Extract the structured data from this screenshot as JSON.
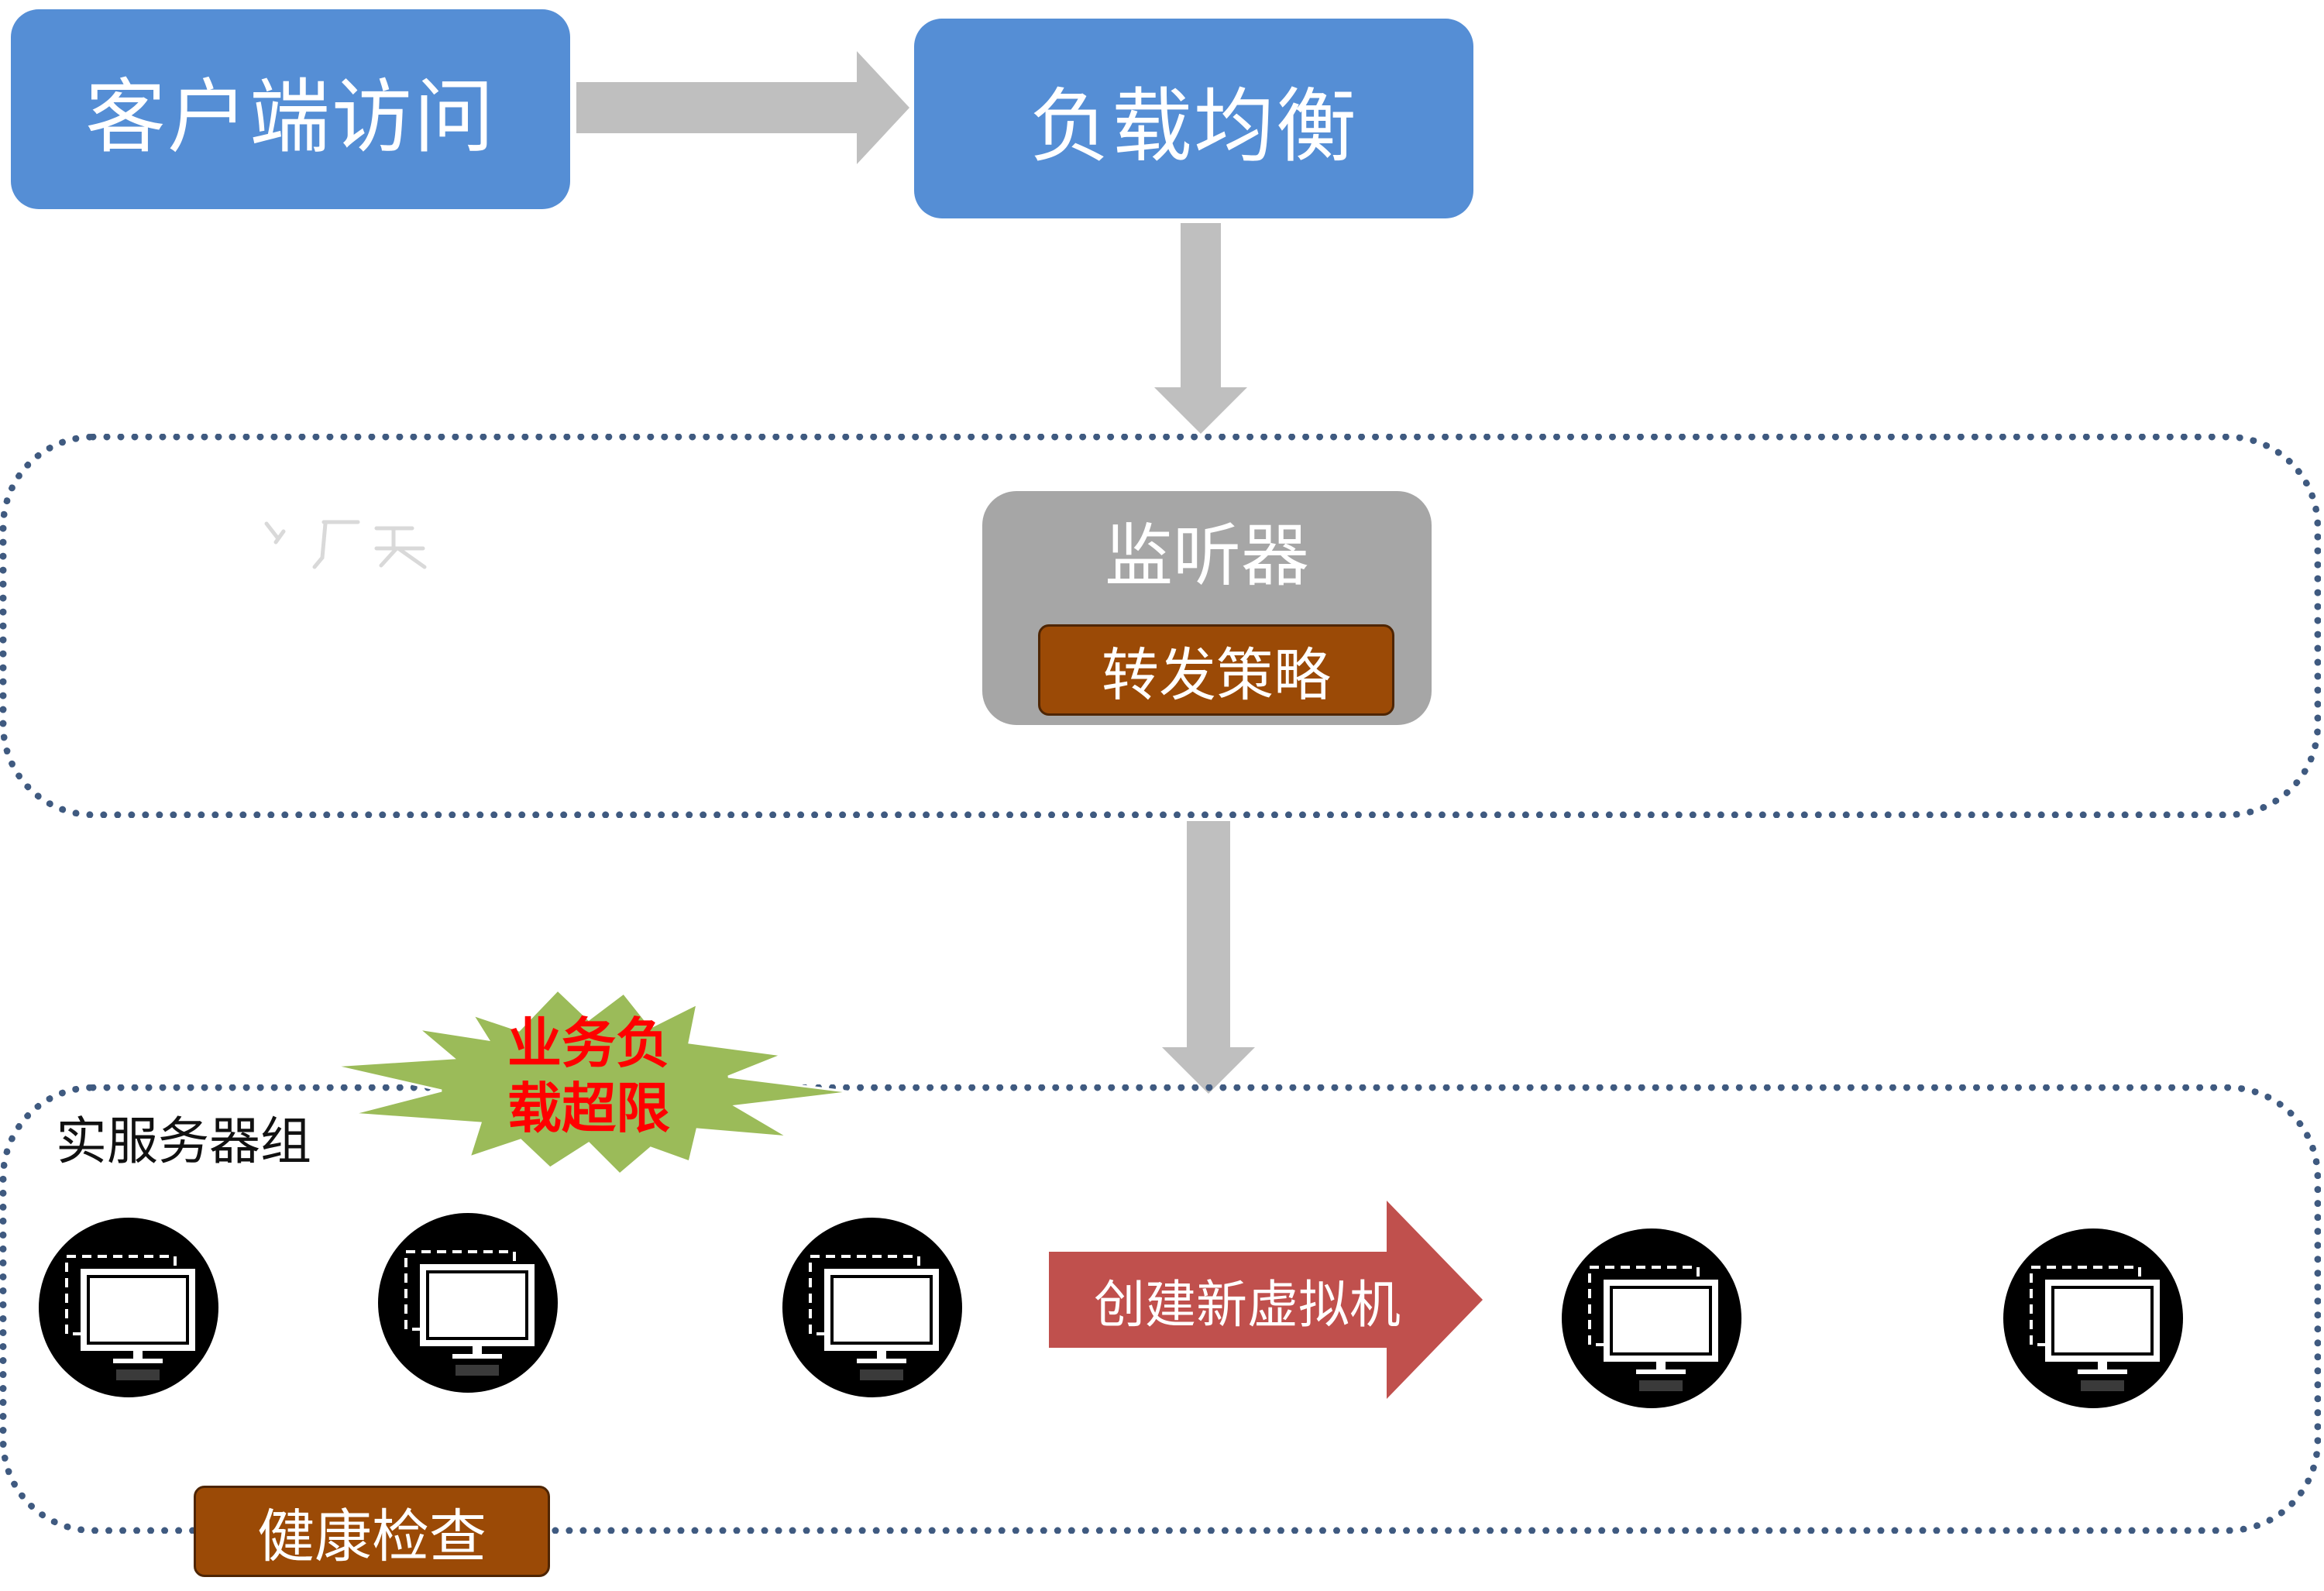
{
  "client": {
    "label": "客户端访问"
  },
  "load_balancer": {
    "label": "负载均衡"
  },
  "listener": {
    "label": "监听器",
    "policy_label": "转发策略"
  },
  "server_group": {
    "label": "实服务器组"
  },
  "alert": {
    "line1": "业务负",
    "line2": "载超限"
  },
  "scale_out": {
    "label": "创建新虚拟机"
  },
  "health_check": {
    "label": "健康检查"
  },
  "colors": {
    "blue_box": "#558ed5",
    "arrow_gray": "#bfbfbf",
    "listener_gray": "#a6a6a6",
    "policy_brown": "#9b4a06",
    "dotted_border": "#3f5a80",
    "burst_green": "#9bbb59",
    "alert_red": "#ff0000",
    "create_arrow_red": "#c0504d"
  },
  "icons": {
    "vm": "monitor-vm-icon",
    "flow_arrow": "gray-block-arrow-icon",
    "burst": "explosion-burst-icon"
  }
}
